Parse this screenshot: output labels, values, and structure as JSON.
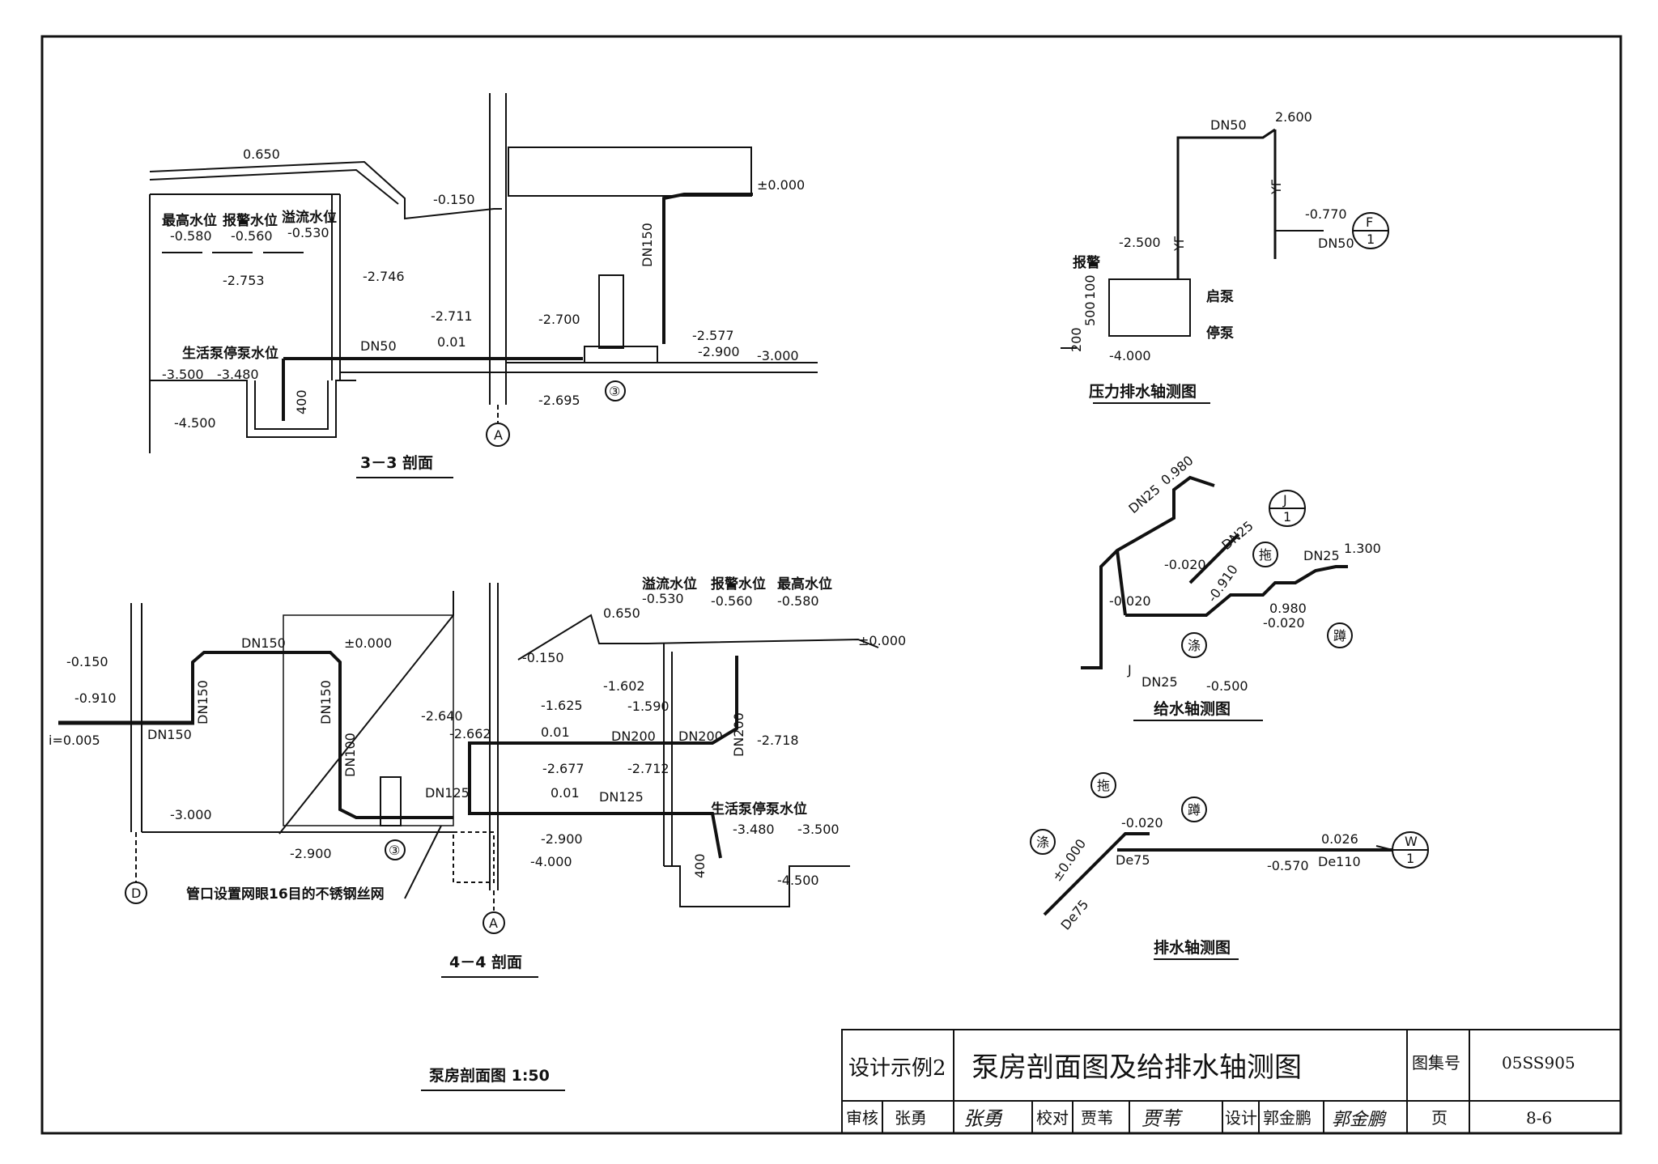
{
  "sections": {
    "s33": {
      "title": "3－3 剖面",
      "levels": [
        "0.650",
        "-0.150",
        "±0.000",
        "-2.753",
        "-2.746",
        "-2.711",
        "-2.700",
        "-2.577",
        "-2.900",
        "-3.000",
        "-3.500",
        "-3.480",
        "-4.500",
        "-2.695"
      ],
      "water_levels": [
        "最高水位",
        "报警水位",
        "溢流水位"
      ],
      "water_values": [
        "-0.580",
        "-0.560",
        "-0.530"
      ],
      "labels": {
        "pump_stop": "生活泵停泵水位",
        "dn50": "DN50",
        "dn150": "DN150",
        "slope": "0.01",
        "dim400": "400",
        "axis": "A",
        "item": "③"
      }
    },
    "s44": {
      "title": "4－4 剖面",
      "levels": [
        "-0.150",
        "-0.910",
        "i=0.005",
        "±0.000",
        "-0.150",
        "0.650",
        "±0.000",
        "-1.625",
        "-1.602",
        "-1.590",
        "-2.640",
        "-2.662",
        "-2.677",
        "-2.712",
        "-2.718",
        "-3.000",
        "-2.900",
        "-2.900",
        "-4.000",
        "-3.480",
        "-3.500",
        "-4.500"
      ],
      "water_levels": [
        "溢流水位",
        "报警水位",
        "最高水位"
      ],
      "water_values": [
        "-0.530",
        "-0.560",
        "-0.580"
      ],
      "labels": {
        "dn150": "DN150",
        "dn100": "DN100",
        "dn125": "DN125",
        "dn200": "DN200",
        "slope": "0.01",
        "pump_stop": "生活泵停泵水位",
        "mesh_note": "管口设置网眼16目的不锈钢丝网",
        "dim400": "400",
        "axis_d": "D",
        "axis_a": "A",
        "item": "③"
      }
    },
    "overall_title": "泵房剖面图 1:50"
  },
  "isometrics": {
    "pressure": {
      "title": "压力排水轴测图",
      "labels": [
        "DN50",
        "2.600",
        "-0.770",
        "DN50",
        "-2.500",
        "报警",
        "启泵",
        "停泵",
        "-4.000",
        "YF",
        "YF"
      ],
      "dims": [
        "100",
        "500",
        "200"
      ],
      "circle": {
        "top": "F",
        "bottom": "1"
      }
    },
    "supply": {
      "title": "给水轴测图",
      "labels": [
        "DN25",
        "0.980",
        "DN25",
        "-0.020",
        "-0.910",
        "-0.020",
        "DN25",
        "1.300",
        "0.980",
        "-0.020",
        "J",
        "DN25",
        "-0.500"
      ],
      "fixtures": [
        "拖",
        "涤",
        "蹲"
      ],
      "circle": {
        "top": "J",
        "bottom": "1"
      }
    },
    "drain": {
      "title": "排水轴测图",
      "labels": [
        "-0.020",
        "0.026",
        "De75",
        "-0.570",
        "De110",
        "±0.000",
        "De75"
      ],
      "fixtures": [
        "拖",
        "蹲",
        "涤"
      ],
      "circle": {
        "top": "W",
        "bottom": "1"
      }
    }
  },
  "title_block": {
    "example": "设计示例2",
    "drawing_title": "泵房剖面图及给排水轴测图",
    "atlas_label": "图集号",
    "atlas_value": "05SS905",
    "review_label": "审核",
    "review_name": "张勇",
    "review_sign": "张勇",
    "check_label": "校对",
    "check_name": "贾苇",
    "check_sign": "贾苇",
    "design_label": "设计",
    "design_name": "郭金鹏",
    "design_sign": "郭金鹏",
    "page_label": "页",
    "page_value": "8-6"
  }
}
